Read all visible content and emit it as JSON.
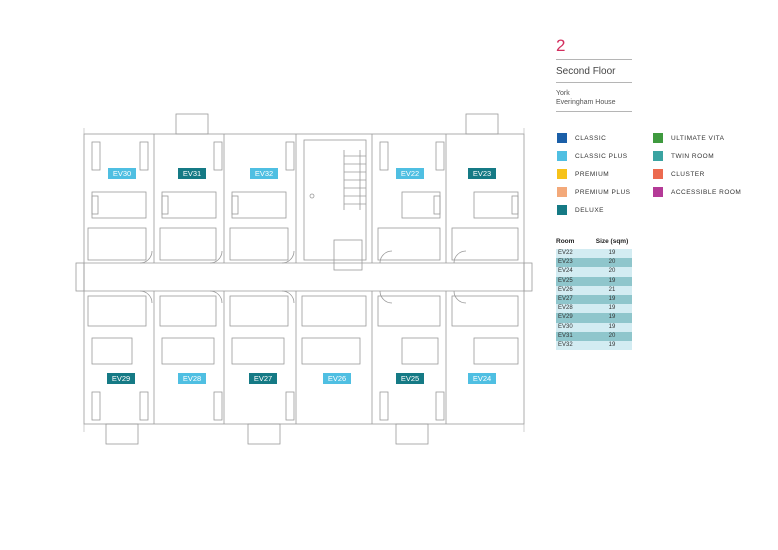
{
  "header": {
    "floor_number": "2",
    "floor_name": "Second Floor",
    "city": "York",
    "building": "Everingham House"
  },
  "legend": [
    {
      "label": "CLASSIC",
      "color": "#1b5fa8"
    },
    {
      "label": "CLASSIC PLUS",
      "color": "#4fbfe2"
    },
    {
      "label": "PREMIUM",
      "color": "#f6c21a"
    },
    {
      "label": "PREMIUM PLUS",
      "color": "#f3a97a"
    },
    {
      "label": "DELUXE",
      "color": "#157a85"
    },
    {
      "label": "ULTIMATE VITA",
      "color": "#3f9a3f"
    },
    {
      "label": "TWIN ROOM",
      "color": "#3aa3a1"
    },
    {
      "label": "CLUSTER",
      "color": "#ec6a4f"
    },
    {
      "label": "ACCESSIBLE ROOM",
      "color": "#b43a97"
    }
  ],
  "table": {
    "headers": {
      "room": "Room",
      "size": "Size (sqm)"
    },
    "rows": [
      {
        "room": "EV22",
        "size": "19"
      },
      {
        "room": "EV23",
        "size": "20"
      },
      {
        "room": "EV24",
        "size": "20"
      },
      {
        "room": "EV25",
        "size": "19"
      },
      {
        "room": "EV26",
        "size": "21"
      },
      {
        "room": "EV27",
        "size": "19"
      },
      {
        "room": "EV28",
        "size": "19"
      },
      {
        "room": "EV29",
        "size": "19"
      },
      {
        "room": "EV30",
        "size": "19"
      },
      {
        "room": "EV31",
        "size": "20"
      },
      {
        "room": "EV32",
        "size": "19"
      }
    ]
  },
  "rooms": {
    "top": [
      {
        "id": "EV30",
        "type": "classic-plus"
      },
      {
        "id": "EV31",
        "type": "deluxe"
      },
      {
        "id": "EV32",
        "type": "classic-plus"
      },
      {
        "id": "EV22",
        "type": "classic-plus"
      },
      {
        "id": "EV23",
        "type": "deluxe"
      }
    ],
    "bottom": [
      {
        "id": "EV29",
        "type": "deluxe"
      },
      {
        "id": "EV28",
        "type": "classic-plus"
      },
      {
        "id": "EV27",
        "type": "deluxe"
      },
      {
        "id": "EV26",
        "type": "classic-plus"
      },
      {
        "id": "EV25",
        "type": "deluxe"
      },
      {
        "id": "EV24",
        "type": "classic-plus"
      }
    ]
  }
}
